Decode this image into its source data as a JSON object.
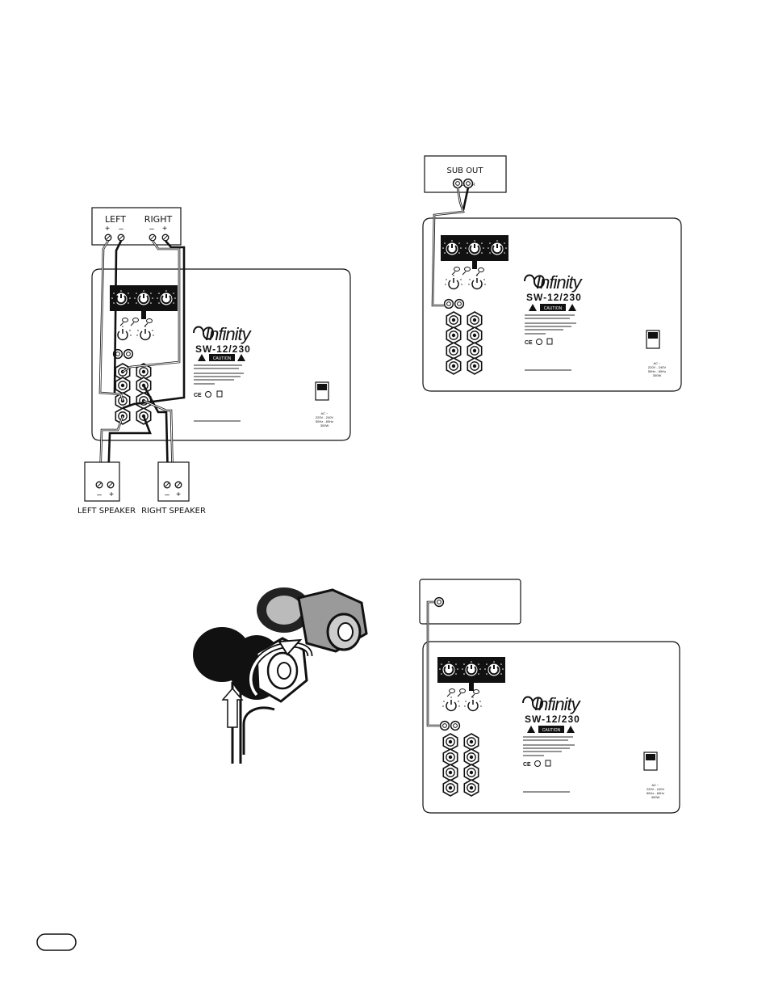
{
  "diagram_1": {
    "receiver_left_label": "LEFT",
    "receiver_right_label": "RIGHT",
    "plus": "+",
    "minus": "–",
    "left_speaker_label": "LEFT SPEAKER",
    "right_speaker_label": "RIGHT SPEAKER"
  },
  "diagram_2": {
    "source_label": "SUB OUT",
    "jack_l": "L",
    "jack_r": "R"
  },
  "panel": {
    "brand": "Infinity",
    "model": "SW-12/230",
    "caution": "CAUTION",
    "rating_ac": "AC ~",
    "rating_voltage": "220V - 240V",
    "rating_freq": "50Hz - 60Hz",
    "rating_power": "300W"
  }
}
